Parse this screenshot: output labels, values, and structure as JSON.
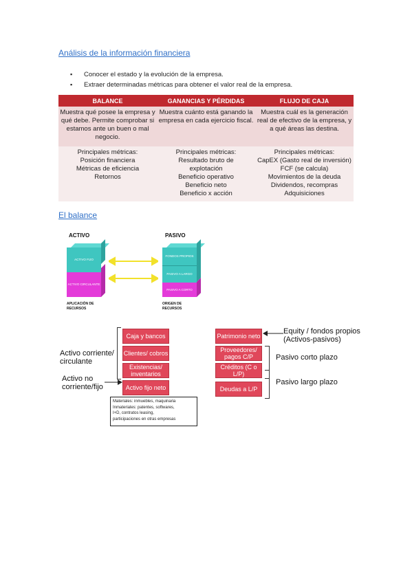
{
  "heading": "Análisis de la información financiera",
  "bullets": [
    "Conocer el estado y la evolución de la empresa.",
    "Extraer determinadas métricas para obtener el valor real de la empresa."
  ],
  "table": {
    "headers": [
      "BALANCE",
      "GANANCIAS Y PÉRDIDAS",
      "FLUJO DE CAJA"
    ],
    "row1": [
      "Muestra qué posee la empresa y qué debe. Permite comprobar si estamos ante un buen o mal negocio.",
      "Muestra cuánto está ganando la empresa en cada ejercicio fiscal.",
      "Muestra cuál es la generación real de efectivo de la empresa, y a qué áreas las destina."
    ],
    "row2": [
      [
        "Principales métricas:",
        "Posición financiera",
        "Métricas de eficiencia",
        "Retornos"
      ],
      [
        "Principales métricas:",
        "Resultado bruto de",
        "explotación",
        "Beneficio operativo",
        "Beneficio neto",
        "Beneficio x acción"
      ],
      [
        "Principales métricas:",
        "CapEX (Gasto real de inversión)",
        "FCF (se calcula)",
        "Movimientos de la deuda",
        "Dividendos, recompras",
        "Adquisiciones"
      ]
    ]
  },
  "balance_heading": "El balance",
  "diagram": {
    "activo_title": "ACTIVO",
    "pasivo_title": "PASIVO",
    "activo_top": "ACTIVO FIJO",
    "activo_bottom": "ACTIVO CIRCULANTE",
    "pasivo_top": "FONDOS PROPIOS",
    "pasivo_middle": "PASIVO A LARGO",
    "pasivo_bottom": "PASIVO A CORTO",
    "activo_caption_1": "APLICACIÓN DE",
    "activo_caption_2": "RECURSOS",
    "pasivo_caption_1": "ORIGEN DE",
    "pasivo_caption_2": "RECURSOS",
    "colors": {
      "teal": "#3fc6c0",
      "magenta": "#e43ad9",
      "arrow": "#f2e12a"
    }
  },
  "activo_boxes": [
    "Caja y bancos",
    "Clientes/ cobros",
    "Existencias/ inventarios",
    "Activo fijo neto"
  ],
  "activo_labels": {
    "corriente": "Activo corriente/ circulante",
    "no_corriente": "Activo no corriente/fijo"
  },
  "note_lines": [
    "Materiales: inmuebles, maquinaria",
    "Inmateriales: patentes, softwares,",
    "I+D, contratos leasing,",
    "participaciones en otras empresas"
  ],
  "pasivo_boxes": [
    "Patrimonio neto",
    "Proveedores/ pagos C/P",
    "Créditos (C o L/P)",
    "Deudas a L/P"
  ],
  "pasivo_labels": {
    "equity_1": "Equity / fondos propios",
    "equity_2": "(Activos-pasivos)",
    "corto": "Pasivo corto plazo",
    "largo": "Pasivo largo plazo"
  }
}
